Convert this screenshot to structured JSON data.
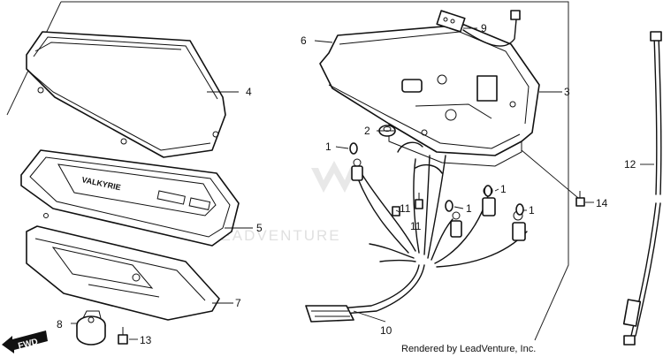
{
  "callouts": {
    "p1a": "1",
    "p1b": "1",
    "p1c": "1",
    "p1d": "1",
    "p2": "2",
    "p3": "3",
    "p4": "4",
    "p5": "5",
    "p6": "6",
    "p7": "7",
    "p8": "8",
    "p9": "9",
    "p10": "10",
    "p11a": "11",
    "p11b": "11",
    "p12": "12",
    "p13": "13",
    "p14": "14"
  },
  "watermark": "LEADVENTURE",
  "fwd_label": "FWD",
  "credit": "Rendered by LeadVenture, Inc.",
  "panel_text": "VALKYRIE"
}
